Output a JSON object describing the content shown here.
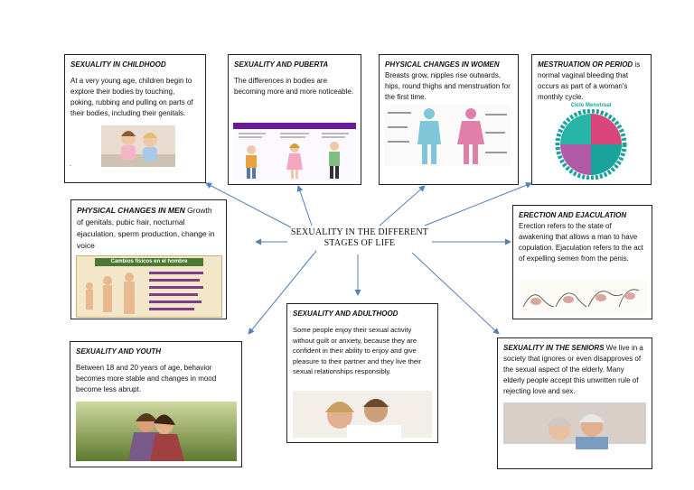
{
  "center": {
    "line1": "SEXUALITY IN THE DIFFERENT",
    "line2": "STAGES OF LIFE"
  },
  "childhood": {
    "title": "SEXUALITY IN CHILDHOOD",
    "text": "At a very young age, children begin to explore their bodies by touching, poking, rubbing and pulling on parts of their bodies, including their genitals.",
    "dot": "."
  },
  "puberty": {
    "title": "SEXUALITY AND PUBERTA",
    "text": "The differences in bodies are becoming more and more noticeable."
  },
  "women": {
    "title": "PHYSICAL CHANGES IN WOMEN",
    "text": "Breasts grow, nipples rise outwards, hips, round thighs and menstruation for the first time."
  },
  "menstruation": {
    "title": "MESTRUATION OR PERIOD",
    "text": " is normal vaginal bleeding that occurs as part of a woman's monthly cycle.",
    "image_label": "Ciclo Menstrual"
  },
  "men": {
    "title": "PHYSICAL CHANGES IN MEN",
    "text": " Growth of genitals, pubic hair, nocturnal ejaculation, sperm production, change in voice",
    "image_label": "Cambios físicos en el hombre"
  },
  "erection": {
    "title": "ERECTION AND EJACULATION",
    "text": "Erection refers to the state of awakening that allows a man to have copulation. Ejaculation refers to the act of expelling semen from the penis."
  },
  "youth": {
    "title": "SEXUALITY AND YOUTH",
    "text": "Between 18 and 20 years of age, behavior becomes more stable and changes in mood become less abrupt."
  },
  "adulthood": {
    "title": "SEXUALITY AND ADULTHOOD",
    "text": "Some people enjoy their sexual activity without guilt or anxiety, because they are confident in their ability to enjoy and give pleasure to their partner and they live their sexual relationships responsibly."
  },
  "seniors": {
    "title": "SEXUALITY IN THE SENIORS",
    "text": " We live in a society that ignores or even disapproves of the sexual aspect of the elderly. Many elderly people accept this unwritten rule of rejecting love and sex."
  },
  "colors": {
    "arrow": "#4f81bd",
    "border": "#222222",
    "accent_purple": "#6a1b9a",
    "cycle_teal": "#1aa39a",
    "cycle_pink": "#d8467c"
  }
}
